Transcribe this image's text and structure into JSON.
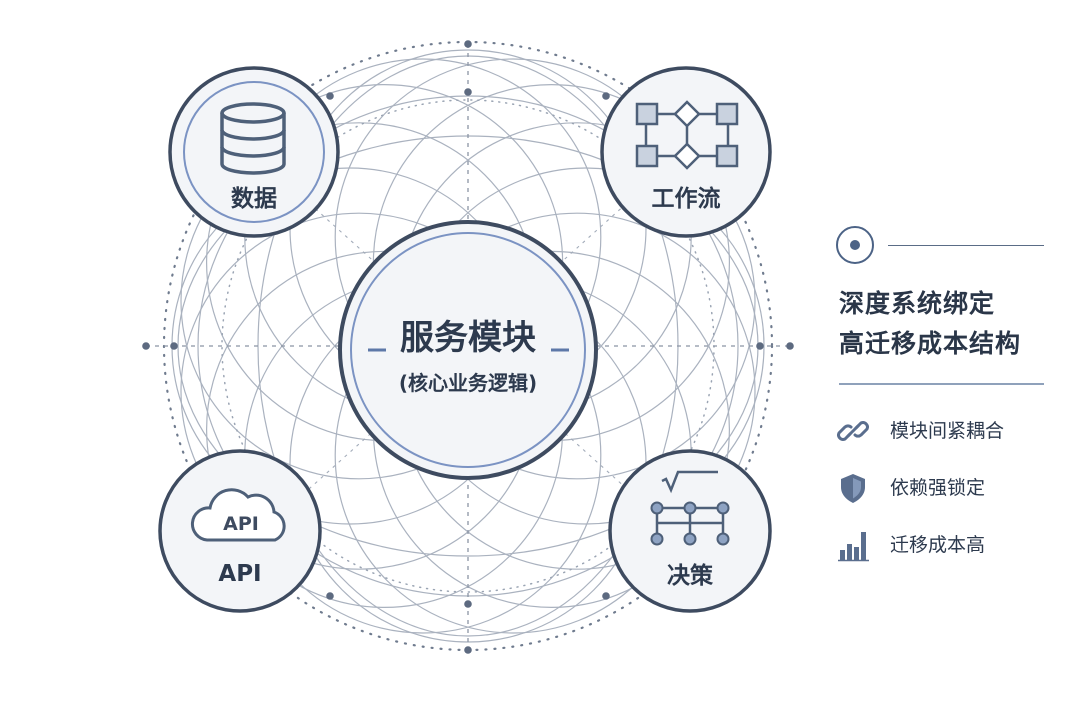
{
  "center": {
    "title": "服务模块",
    "subtitle": "(核心业务逻辑)"
  },
  "nodes": {
    "data": {
      "label": "数据",
      "icon": "database-icon"
    },
    "workflow": {
      "label": "工作流",
      "icon": "workflow-icon"
    },
    "api": {
      "label": "API",
      "icon_text": "API",
      "icon": "cloud-api-icon"
    },
    "decision": {
      "label": "决策",
      "icon": "decision-tree-icon"
    }
  },
  "panel": {
    "title_line1": "深度系统绑定",
    "title_line2": "高迁移成本结构",
    "features": [
      {
        "label": "模块间紧耦合",
        "icon": "link-icon"
      },
      {
        "label": "依赖强锁定",
        "icon": "shield-icon"
      },
      {
        "label": "迁移成本高",
        "icon": "bar-chart-icon"
      }
    ]
  },
  "colors": {
    "node_stroke": "#3e4b60",
    "node_fill": "#f3f5f8",
    "accent_ring": "#7b93c3",
    "icon": "#4e6079",
    "web_lines": "#aab2bf"
  }
}
